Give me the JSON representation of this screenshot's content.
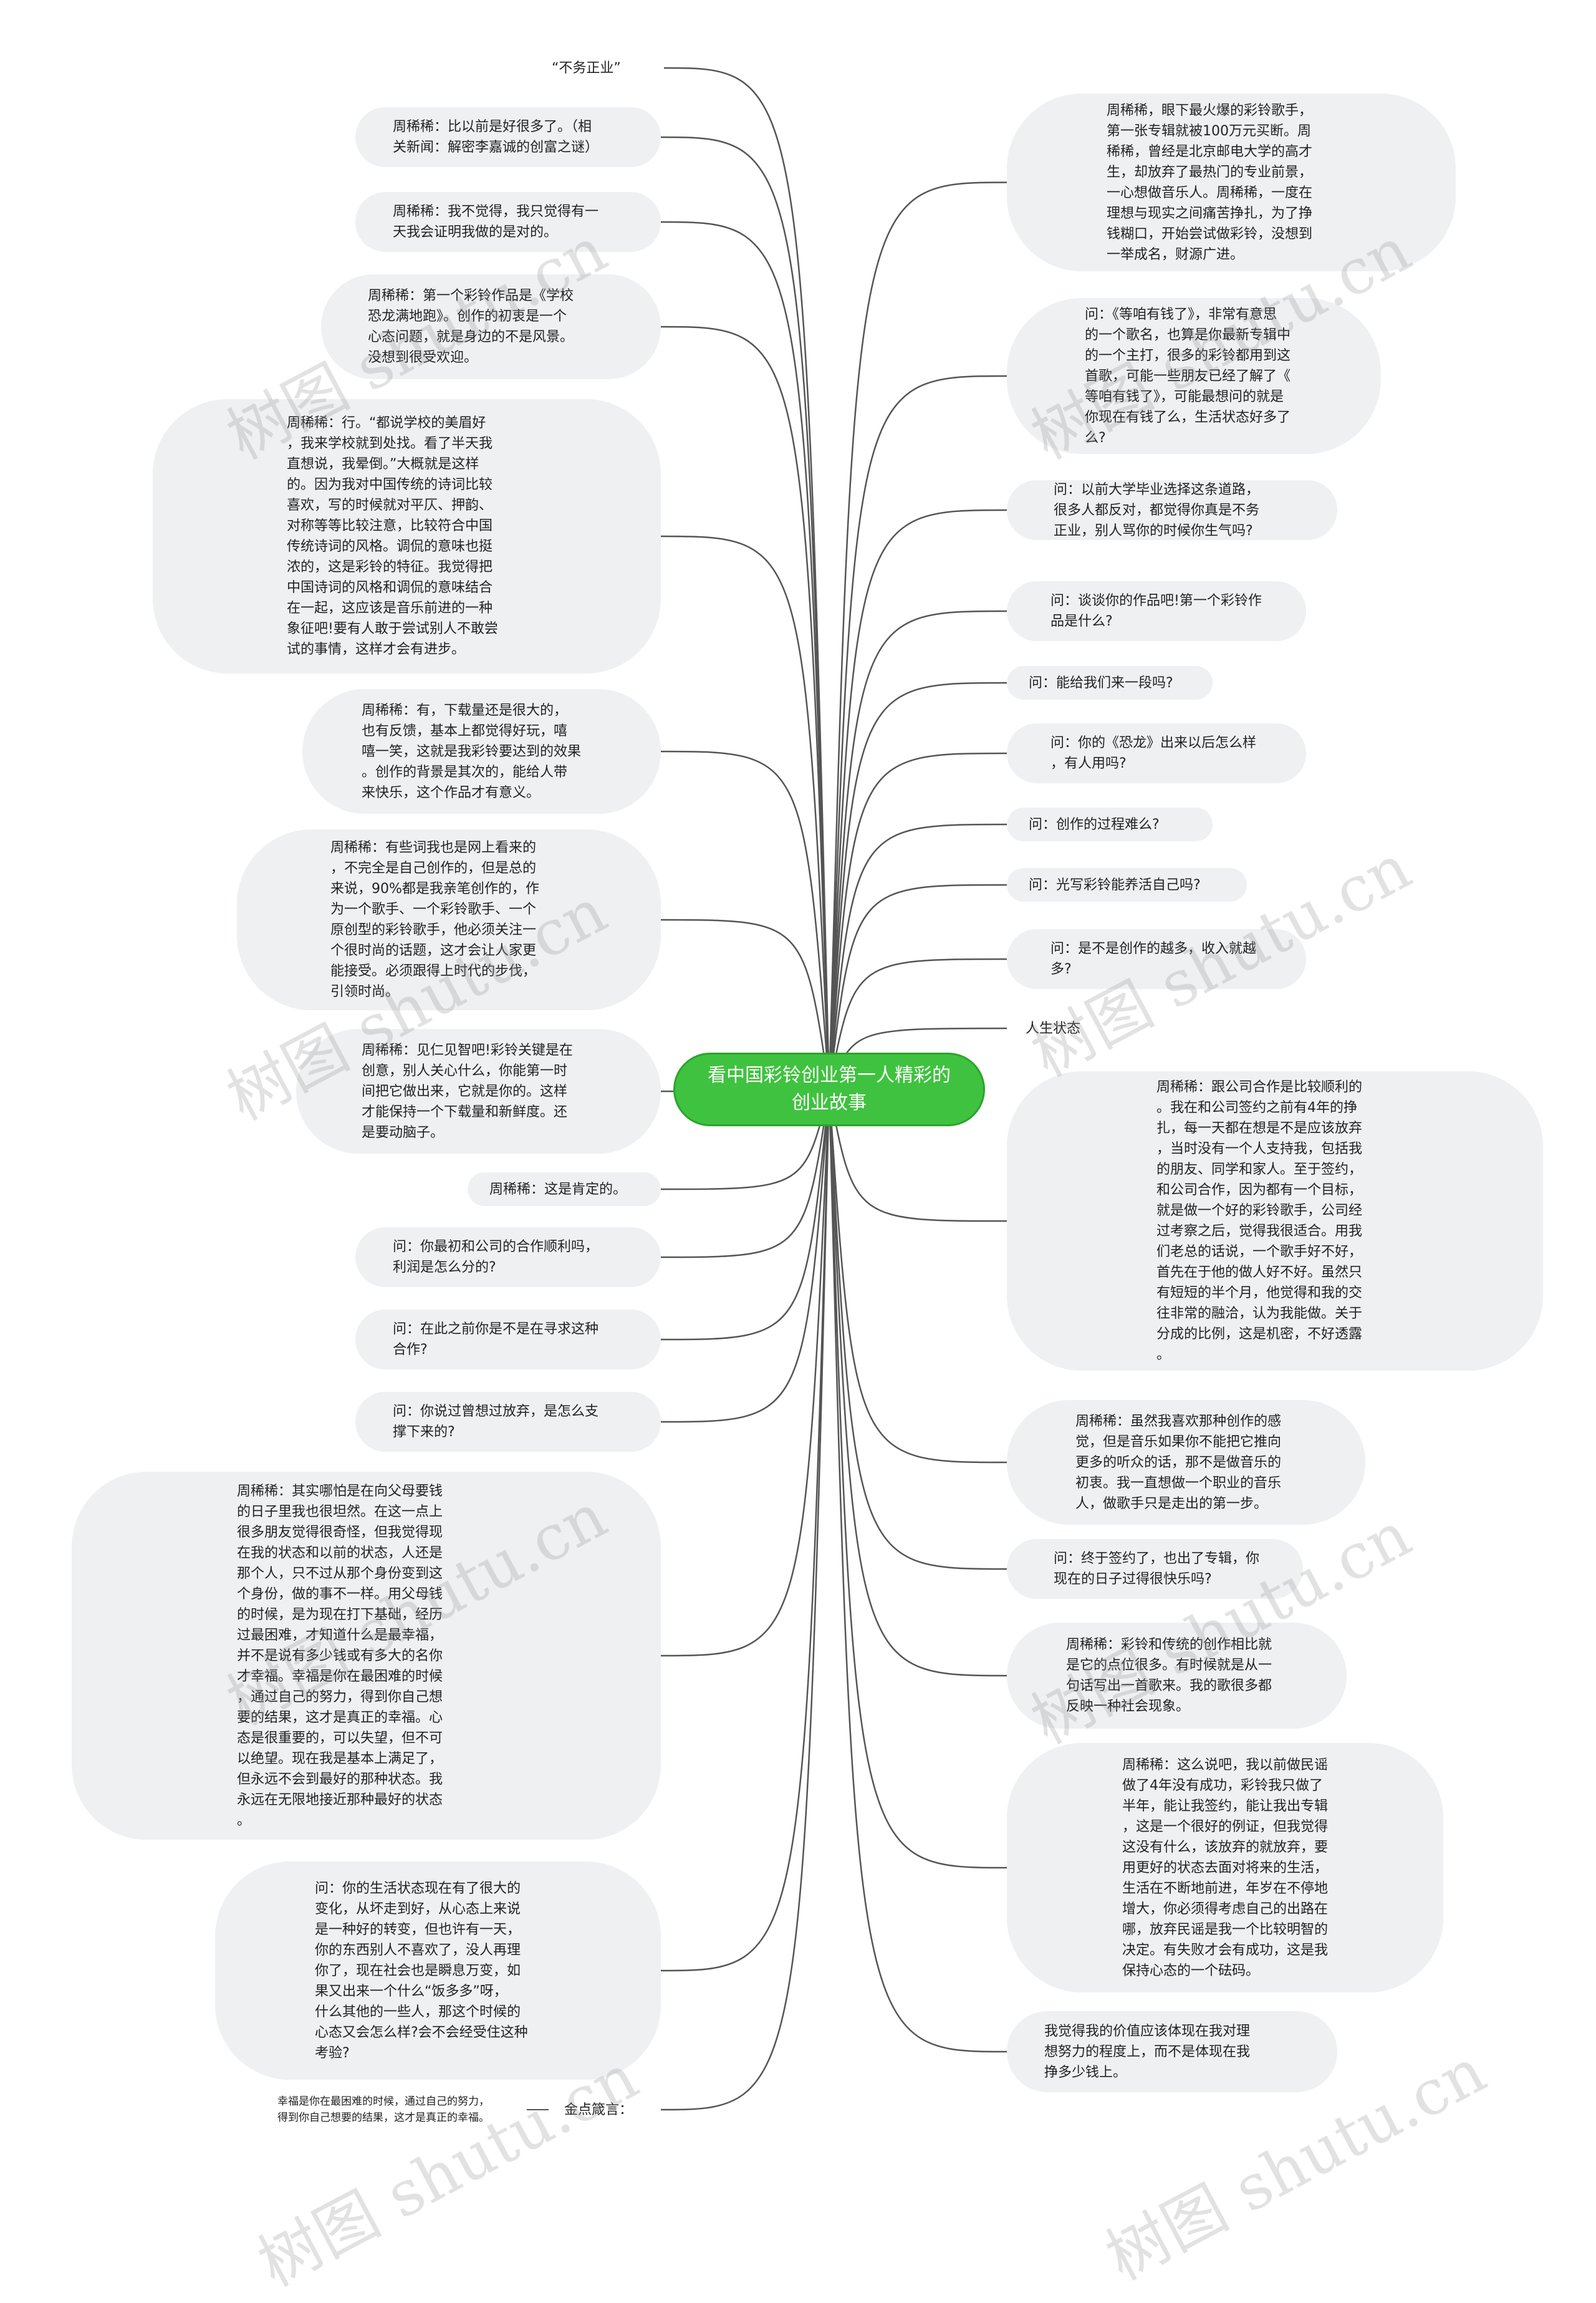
{
  "central": "看中国彩铃创业第一人精彩的创业故事",
  "colors": {
    "root": "#3fc23f",
    "node_bg": "#eef0f2",
    "line": "#555555"
  },
  "left_nodes": [
    {
      "text": "“不务正业”"
    },
    {
      "text": "周稀稀：比以前是好很多了。（相\n关新闻：解密李嘉诚的创富之谜）"
    },
    {
      "text": "周稀稀：我不觉得，我只觉得有一\n天我会证明我做的是对的。"
    },
    {
      "text": "周稀稀：第一个彩铃作品是《学校\n恐龙满地跑》。创作的初衷是一个\n心态问题，就是身边的不是风景。\n没想到很受欢迎。"
    },
    {
      "text": "周稀稀：行。“都说学校的美眉好\n，我来学校就到处找。看了半天我\n直想说，我晕倒。”大概就是这样\n的。因为我对中国传统的诗词比较\n喜欢，写的时候就对平仄、押韵、\n对称等等比较注意，比较符合中国\n传统诗词的风格。调侃的意味也挺\n浓的，这是彩铃的特征。我觉得把\n中国诗词的风格和调侃的意味结合\n在一起，这应该是音乐前进的一种\n象征吧!要有人敢于尝试别人不敢尝\n试的事情，这样才会有进步。"
    },
    {
      "text": "周稀稀：有，下载量还是很大的，\n也有反馈，基本上都觉得好玩，嘻\n嘻一笑，这就是我彩铃要达到的效果\n。创作的背景是其次的，能给人带\n来快乐，这个作品才有意义。"
    },
    {
      "text": "周稀稀：有些词我也是网上看来的\n，不完全是自己创作的，但是总的\n来说，90%都是我亲笔创作的，作\n为一个歌手、一个彩铃歌手、一个\n原创型的彩铃歌手，他必须关注一\n个很时尚的话题，这才会让人家更\n能接受。必须跟得上时代的步伐，\n引领时尚。"
    },
    {
      "text": "周稀稀：见仁见智吧!彩铃关键是在\n创意，别人关心什么，你能第一时\n间把它做出来，它就是你的。这样\n才能保持一个下载量和新鲜度。还\n是要动脑子。"
    },
    {
      "text": "周稀稀：这是肯定的。"
    },
    {
      "text": "问：你最初和公司的合作顺利吗，\n利润是怎么分的?"
    },
    {
      "text": "问：在此之前你是不是在寻求这种\n合作?"
    },
    {
      "text": "问：你说过曾想过放弃，是怎么支\n撑下来的?"
    },
    {
      "text": "周稀稀：其实哪怕是在向父母要钱\n的日子里我也很坦然。在这一点上\n很多朋友觉得很奇怪，但我觉得现\n在我的状态和以前的状态，人还是\n那个人，只不过从那个身份变到这\n个身份，做的事不一样。用父母钱\n的时候，是为现在打下基础，经历\n过最困难，才知道什么是最幸福，\n并不是说有多少钱或有多大的名你\n才幸福。幸福是你在最困难的时候\n，通过自己的努力，得到你自己想\n要的结果，这才是真正的幸福。心\n态是很重要的，可以失望，但不可\n以绝望。现在我是基本上满足了，\n但永远不会到最好的那种状态。我\n永远在无限地接近那种最好的状态\n。"
    },
    {
      "text": "问：你的生活状态现在有了很大的\n变化，从坏走到好，从心态上来说\n是一种好的转变，但也许有一天，\n你的东西别人不喜欢了，没人再理\n你了，现在社会也是瞬息万变，如\n果又出来一个什么“饭多多”呀，\n什么其他的一些人，那这个时候的\n心态又会怎么样?会不会经受住这种\n考验?"
    },
    {
      "text": "金点箴言："
    }
  ],
  "right_nodes": [
    {
      "text": "周稀稀，眼下最火爆的彩铃歌手，\n第一张专辑就被100万元买断。周\n稀稀，曾经是北京邮电大学的高才\n生，却放弃了最热门的专业前景，\n一心想做音乐人。周稀稀，一度在\n理想与现实之间痛苦挣扎，为了挣\n钱糊口，开始尝试做彩铃，没想到\n一举成名，财源广进。"
    },
    {
      "text": "问：《等咱有钱了》，非常有意思\n的一个歌名，也算是你最新专辑中\n的一个主打，很多的彩铃都用到这\n首歌，可能一些朋友已经了解了《\n等咱有钱了》，可能最想问的就是\n你现在有钱了么，生活状态好多了\n么?"
    },
    {
      "text": "问：以前大学毕业选择这条道路，\n很多人都反对，都觉得你真是不务\n正业，别人骂你的时候你生气吗?"
    },
    {
      "text": "问：谈谈你的作品吧!第一个彩铃作\n品是什么?"
    },
    {
      "text": "问：能给我们来一段吗?"
    },
    {
      "text": "问：你的《恐龙》出来以后怎么样\n，有人用吗?"
    },
    {
      "text": "问：创作的过程难么?"
    },
    {
      "text": "问：光写彩铃能养活自己吗?"
    },
    {
      "text": "问：是不是创作的越多，收入就越\n多?"
    },
    {
      "text": "人生状态"
    },
    {
      "text": "周稀稀：跟公司合作是比较顺利的\n。我在和公司签约之前有4年的挣\n扎，每一天都在想是不是应该放弃\n，当时没有一个人支持我，包括我\n的朋友、同学和家人。至于签约，\n和公司合作，因为都有一个目标，\n就是做一个好的彩铃歌手，公司经\n过考察之后，觉得我很适合。用我\n们老总的话说，一个歌手好不好，\n首先在于他的做人好不好。虽然只\n有短短的半个月，他觉得和我的交\n往非常的融洽，认为我能做。关于\n分成的比例，这是机密，不好透露\n。"
    },
    {
      "text": "周稀稀：虽然我喜欢那种创作的感\n觉，但是音乐如果你不能把它推向\n更多的听众的话，那不是做音乐的\n初衷。我一直想做一个职业的音乐\n人，做歌手只是走出的第一步。"
    },
    {
      "text": "问：终于签约了，也出了专辑，你\n现在的日子过得很快乐吗?"
    },
    {
      "text": "周稀稀：彩铃和传统的创作相比就\n是它的点位很多。有时候就是从一\n句话写出一首歌来。我的歌很多都\n反映一种社会现象。"
    },
    {
      "text": "周稀稀：这么说吧，我以前做民谣\n做了4年没有成功，彩铃我只做了\n半年，能让我签约，能让我出专辑\n，这是一个很好的例证，但我觉得\n这没有什么，该放弃的就放弃，要\n用更好的状态去面对将来的生活，\n生活在不断地前进，年岁在不停地\n增大，你必须得考虑自己的出路在\n哪，放弃民谣是我一个比较明智的\n决定。有失败才会有成功，这是我\n保持心态的一个砝码。"
    },
    {
      "text": "我觉得我的价值应该体现在我对理\n想努力的程度上，而不是体现在我\n挣多少钱上。"
    }
  ],
  "motto": {
    "text": "幸福是你在最困难的时候，通过自己的努力，\n得到你自己想要的结果，这才是真正的幸福。"
  },
  "watermark": "树图 shutu.cn"
}
